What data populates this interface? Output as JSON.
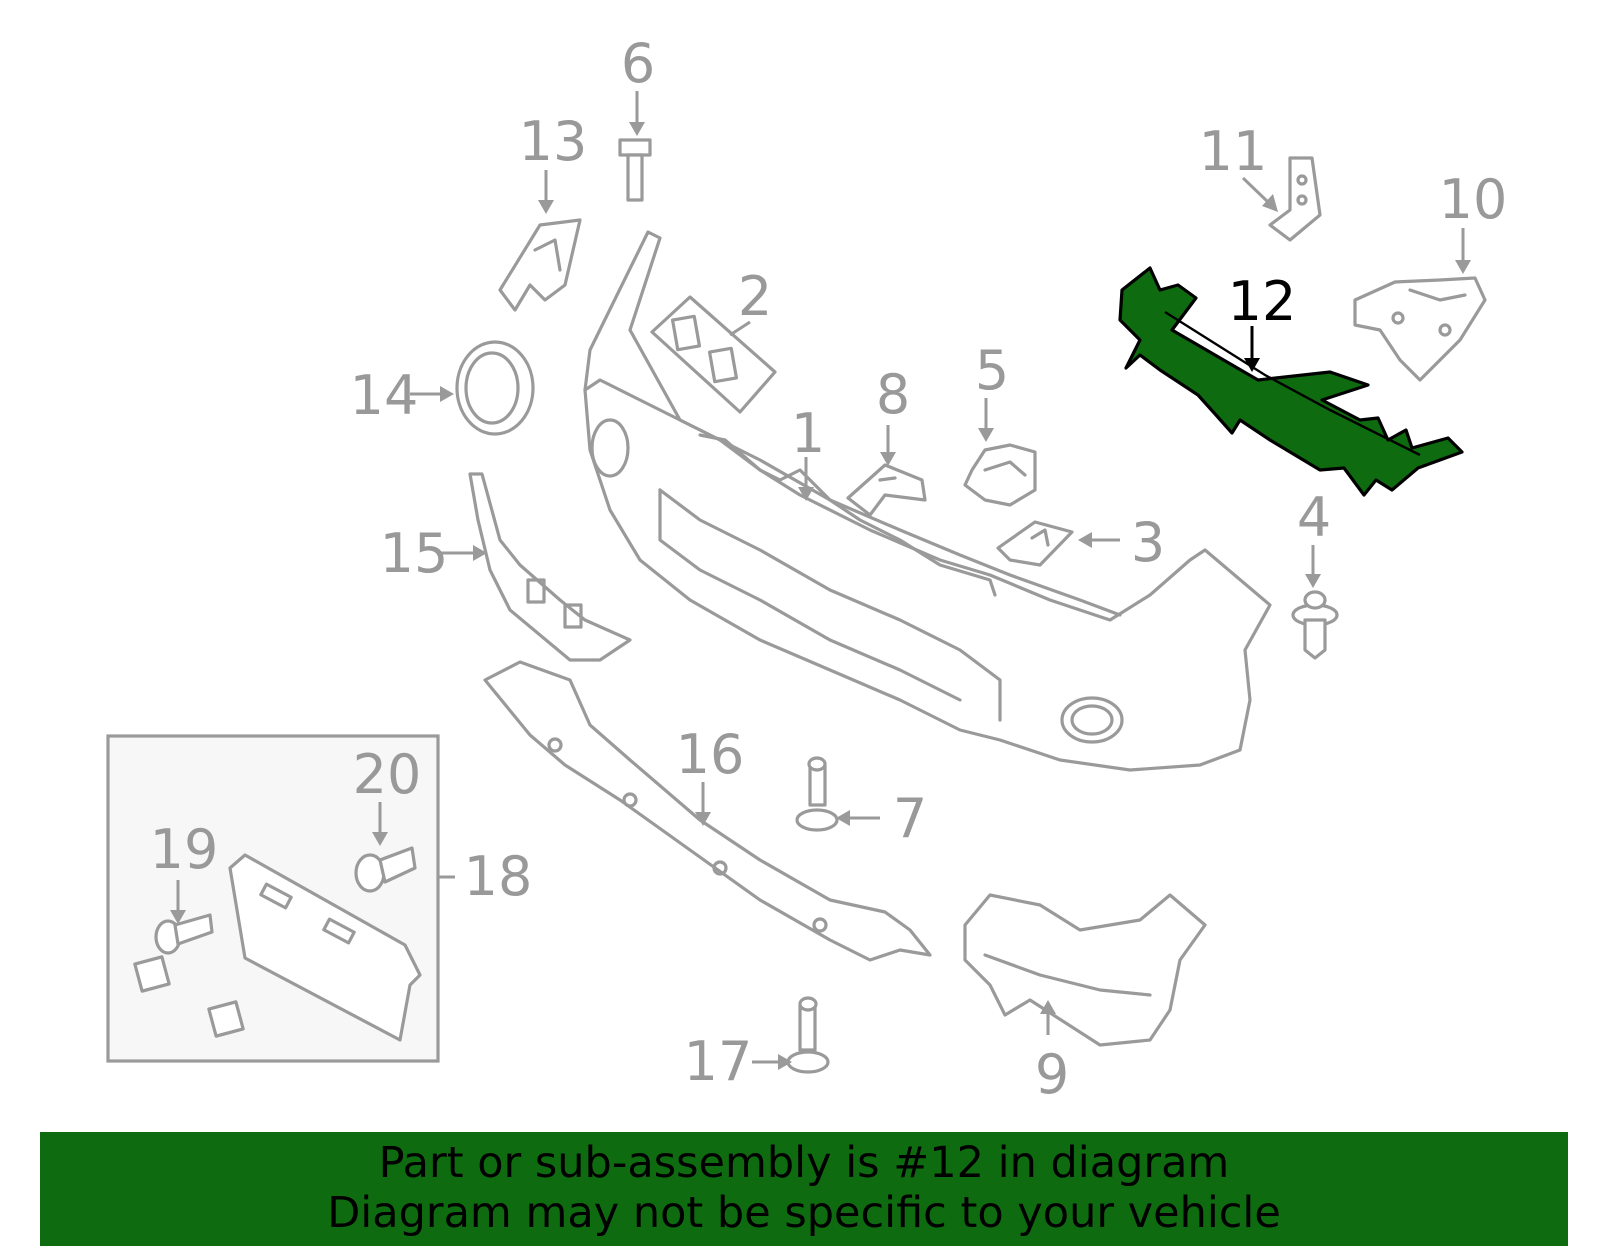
{
  "callouts": {
    "c1": "1",
    "c2": "2",
    "c3": "3",
    "c4": "4",
    "c5": "5",
    "c6": "6",
    "c7": "7",
    "c8": "8",
    "c9": "9",
    "c10": "10",
    "c11": "11",
    "c12": "12",
    "c13": "13",
    "c14": "14",
    "c15": "15",
    "c16": "16",
    "c17": "17",
    "c18": "18",
    "c19": "19",
    "c20": "20"
  },
  "highlight": {
    "part_number": "12",
    "color": "#0f6b10"
  },
  "banner": {
    "line1": "Part or sub-assembly is #12 in diagram",
    "line2": "Diagram may not be specific to your vehicle",
    "color": "#0f6b10"
  }
}
